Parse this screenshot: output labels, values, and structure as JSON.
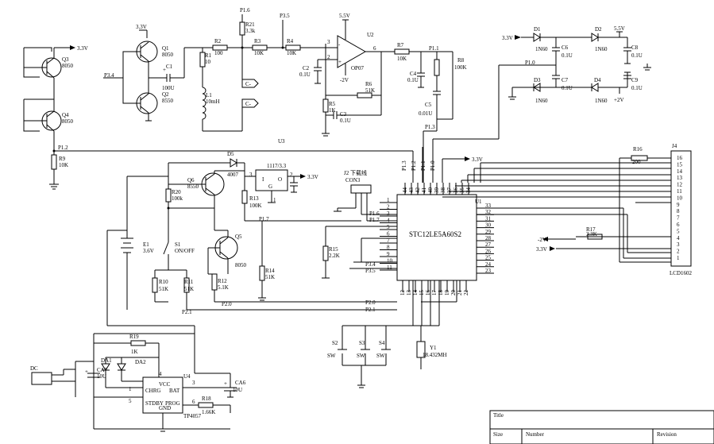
{
  "q3": {
    "name": "Q3",
    "part": "8050"
  },
  "q4": {
    "name": "Q4",
    "part": "8050"
  },
  "q1": {
    "name": "Q1",
    "part": "8050"
  },
  "q2": {
    "name": "Q2",
    "part": "8550"
  },
  "q5": {
    "name": "Q5",
    "part": "8050"
  },
  "q6": {
    "name": "Q6",
    "part": "8550"
  },
  "r9": {
    "name": "R9",
    "val": "10K"
  },
  "r1": {
    "name": "R1",
    "val": "10"
  },
  "r2": {
    "name": "R2",
    "val": "100"
  },
  "r3": {
    "name": "R3",
    "val": "10K"
  },
  "r4": {
    "name": "R4",
    "val": "10K"
  },
  "r5": {
    "name": "R5",
    "val": "1K"
  },
  "r6": {
    "name": "R6",
    "val": "51K"
  },
  "r7": {
    "name": "R7",
    "val": "10K"
  },
  "r8": {
    "name": "R8",
    "val": "100K"
  },
  "r10": {
    "name": "R10",
    "val": "51K"
  },
  "r11": {
    "name": "R11",
    "val": "51K"
  },
  "r12": {
    "name": "R12",
    "val": "5.1K"
  },
  "r13": {
    "name": "R13",
    "val": "100K"
  },
  "r14": {
    "name": "R14",
    "val": "51K"
  },
  "r15": {
    "name": "R15",
    "val": "2.2K"
  },
  "r16": {
    "name": "R16",
    "val": "200"
  },
  "r17": {
    "name": "R17",
    "val": "3.3K"
  },
  "r18": {
    "name": "R18",
    "val": "1.66K"
  },
  "r19": {
    "name": "R19",
    "val": "1K"
  },
  "r20": {
    "name": "R20",
    "val": "100k"
  },
  "r21": {
    "name": "R21",
    "val": "3.3k"
  },
  "c1": {
    "name": "C1",
    "val": "100U"
  },
  "c2": {
    "name": "C2",
    "val": "0.1U"
  },
  "c3": {
    "name": "C3",
    "val": "0.1U"
  },
  "c4": {
    "name": "C4",
    "val": "0.1U"
  },
  "c5": {
    "name": "C5",
    "val": "0.01U"
  },
  "c6": {
    "name": "C6",
    "val": "0.1U"
  },
  "c7": {
    "name": "C7",
    "val": "0.1U"
  },
  "c8": {
    "name": "C8",
    "val": "0.1U"
  },
  "c9": {
    "name": "C9",
    "val": "0.1U"
  },
  "ca6": {
    "name": "CA6",
    "val": "10U"
  },
  "ca7": {
    "name": "CA7",
    "val": "10U"
  },
  "l1": {
    "name": "L1",
    "val": "10mH"
  },
  "d1": {
    "name": "D1",
    "val": "1N60"
  },
  "d2": {
    "name": "D2",
    "val": "1N60"
  },
  "d3": {
    "name": "D3",
    "val": "1N60"
  },
  "d4": {
    "name": "D4",
    "val": "1N60"
  },
  "d5": {
    "name": "D5",
    "val": "4007"
  },
  "da1": "DA1",
  "da2": "DA2",
  "u1": {
    "name": "U1",
    "part": "STC12LE5A60S2"
  },
  "u2": {
    "name": "U2",
    "part": "OP07",
    "pin2": "2",
    "pin3": "3",
    "pin6": "6"
  },
  "u3": "U3",
  "u4": {
    "name": "U4",
    "part": "TP4057",
    "pins": {
      "vcc": "VCC",
      "bat": "BAT",
      "chrg": "CHRG",
      "stdby": "STDBY",
      "prog": "PROG",
      "gnd": "GND"
    },
    "pinnums": {
      "p4": "4",
      "p3": "3",
      "p1": "1",
      "p5": "5",
      "p6": "6"
    }
  },
  "reg": {
    "name": "1117/3.3",
    "in": "I",
    "out": "O",
    "gnd": "G",
    "p1": "1",
    "p2": "2",
    "p3": "3"
  },
  "j2": {
    "name": "J2 下载线",
    "part": "CON3"
  },
  "j4": {
    "name": "J4",
    "part": "LCD1602",
    "pins": [
      "16",
      "15",
      "14",
      "13",
      "12",
      "11",
      "10",
      "9",
      "8",
      "7",
      "6",
      "5",
      "4",
      "3",
      "2",
      "1"
    ]
  },
  "e1": {
    "name": "E1",
    "val": "3.6V"
  },
  "s1": {
    "name": "S1",
    "val": "ON/OFF"
  },
  "s2": {
    "name": "S2",
    "val": "SW"
  },
  "s3": {
    "name": "S3",
    "val": "SW"
  },
  "s4": {
    "name": "S4",
    "val": "SW"
  },
  "y1": {
    "name": "Y1",
    "val": "18.432MH"
  },
  "dc": "DC",
  "nets": {
    "v33a": "3.3V",
    "v33b": "3.3V",
    "v33c": "3.3V",
    "v33d": "3.3V",
    "v33e": "3.3V",
    "v33f": "3.3V",
    "v55a": "5.5V",
    "v55b": "5.5V",
    "m2a": "-2V",
    "m2b": "-2V",
    "p2a": "+2V",
    "p34a": "P3.4",
    "p34b": "P3.4",
    "p35a": "P3.5",
    "p35b": "P3.5",
    "p16a": "P1.6",
    "p16b": "P1.6",
    "p17a": "P1.7",
    "p17b": "P1.7",
    "p12": "P1.2",
    "p11": "P1.1",
    "p13": "P1.3",
    "p10": "P1.0",
    "p20a": "P2.0",
    "p20b": "P2.0",
    "p21a": "P2.1",
    "p21b": "P2.1",
    "pa": "P1.3",
    "pb": "P1.2",
    "pc": "P1.1",
    "pd": "P1.0",
    "cm1": "C-",
    "cm2": "C-"
  },
  "u1pins": {
    "left": [
      "1",
      "2",
      "3",
      "4",
      "5",
      "6",
      "7",
      "8",
      "9",
      "10",
      "11"
    ],
    "right": [
      "33",
      "32",
      "31",
      "30",
      "29",
      "28",
      "27",
      "26",
      "25",
      "24",
      "23"
    ],
    "top": [
      "44",
      "43",
      "42",
      "41",
      "40",
      "39",
      "38",
      "37",
      "36",
      "35",
      "34"
    ],
    "bottom": [
      "12",
      "13",
      "14",
      "15",
      "16",
      "17",
      "18",
      "19",
      "20",
      "21",
      "22"
    ]
  },
  "title_block": {
    "title": "Title",
    "size": "Size",
    "number": "Number",
    "revision": "Revision"
  }
}
